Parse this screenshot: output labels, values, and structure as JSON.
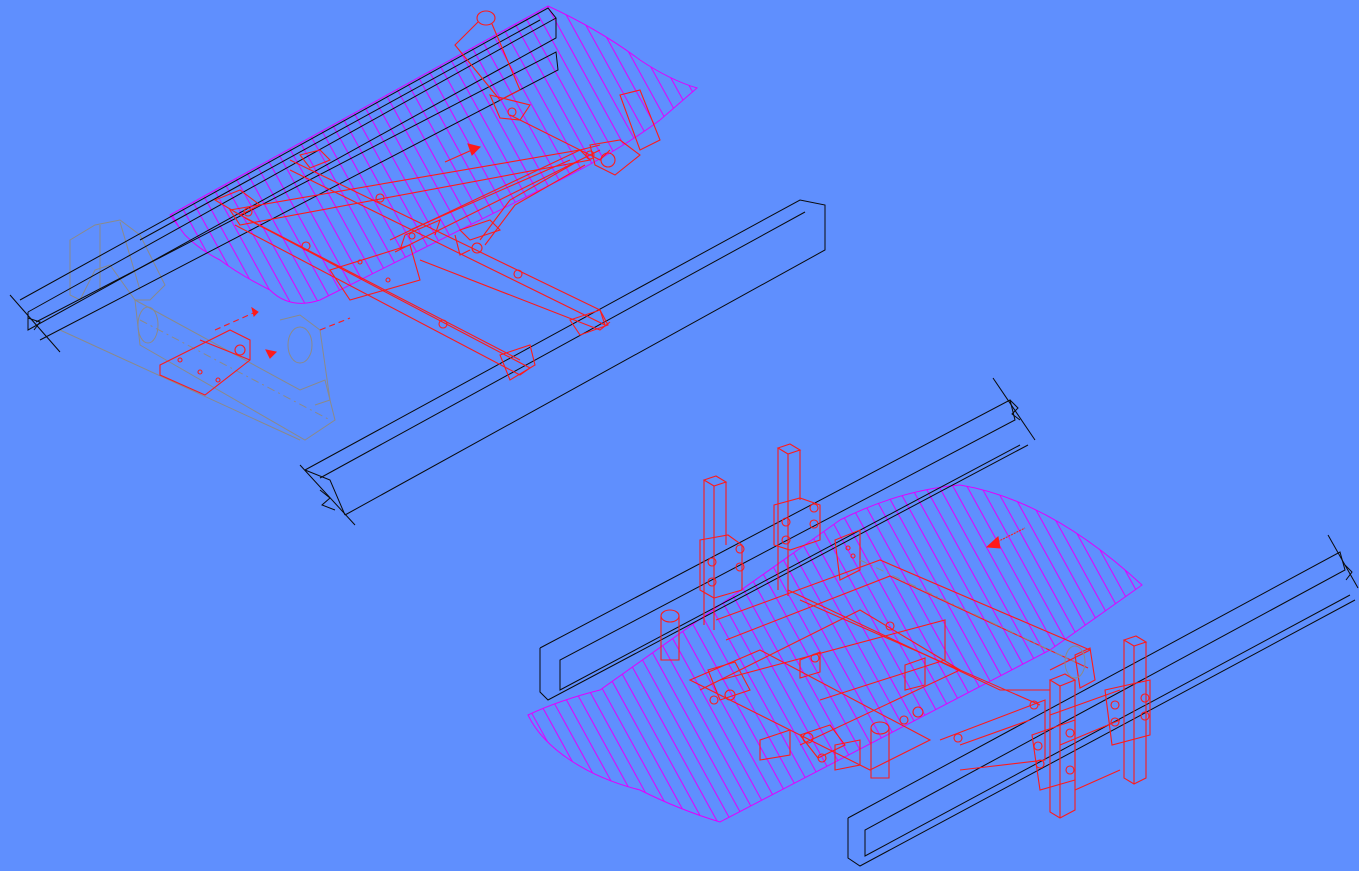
{
  "drawing": {
    "background_color": "#5f8ffe",
    "colors": {
      "frame_lines": "#ff1a1a",
      "belt_hatch": "#e000ff",
      "structure_beams": "#0a0a0a",
      "idler_reference": "#8a8a8a"
    },
    "views": [
      {
        "name": "upper-isometric-view",
        "parts": [
          "belt-surface",
          "stringer-channel",
          "tensioning-frame",
          "crank-handle",
          "direction-arrow",
          "idler-bracket"
        ]
      },
      {
        "name": "lower-isometric-view",
        "parts": [
          "belt-surface",
          "c-channel",
          "cleaner-frame",
          "vertical-posts",
          "bolt-plates",
          "direction-arrow"
        ]
      }
    ]
  }
}
